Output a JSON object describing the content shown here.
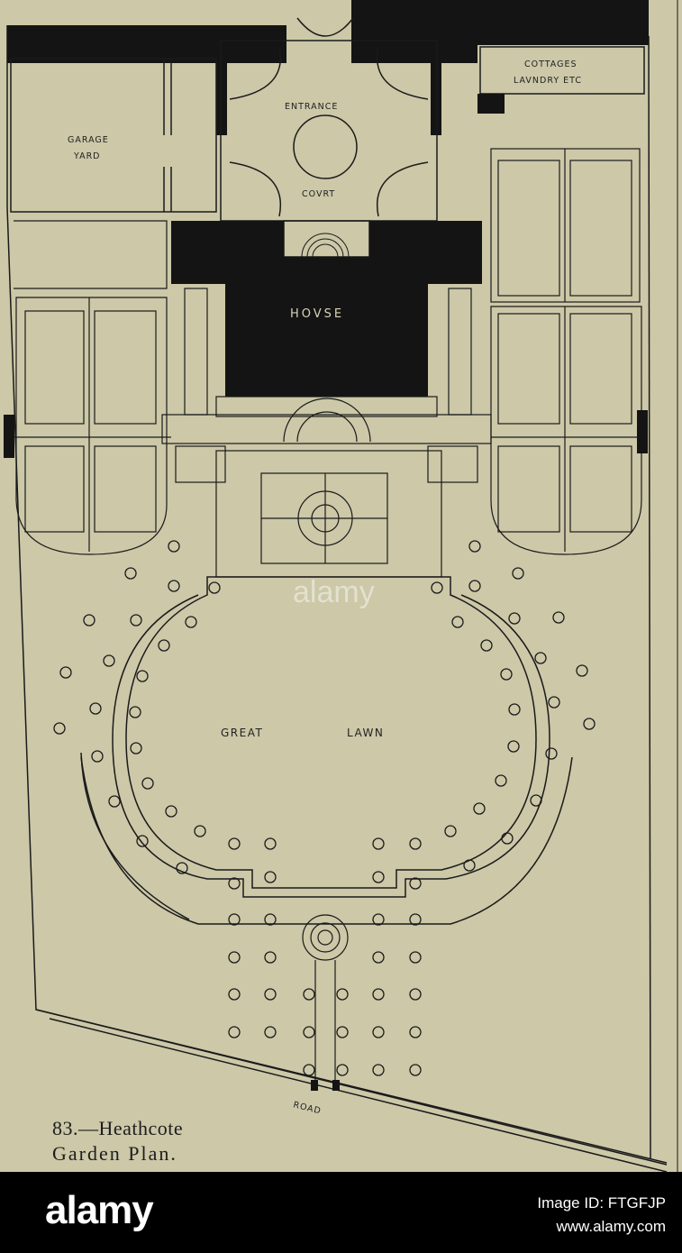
{
  "plan": {
    "labels": {
      "garage": "GARAGE",
      "yard": "YARD",
      "entrance": "ENTRANCE",
      "court": "COVRT",
      "house": "HOVSE",
      "great": "GREAT",
      "lawn": "LAWN",
      "cottages": "COTTAGES",
      "laundry": "LAVNDRY ETC",
      "road": "ROAD"
    },
    "caption_line1": "83.—Heathcote",
    "caption_line2": "Garden Plan."
  },
  "watermark": {
    "text": "alamy"
  },
  "footer": {
    "brand": "alamy",
    "image_id": "Image ID: FTGFJP",
    "site": "www.alamy.com"
  },
  "colors": {
    "paper": "#ccc8a8",
    "ink": "#141414",
    "footer_bg": "#000000",
    "footer_text": "#ffffff"
  }
}
